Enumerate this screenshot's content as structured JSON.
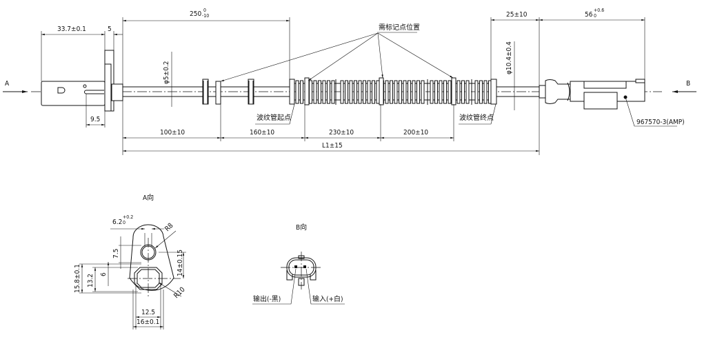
{
  "view_labels": {
    "a_arrow": "A",
    "b_arrow": "B",
    "a_view": "A向",
    "b_view": "B向"
  },
  "dimensions": {
    "d_33_7": "33.7±0.1",
    "d_5": "5",
    "d_250": "250",
    "d_250_tol_upper": "0",
    "d_250_tol_lower": "-10",
    "d_9_5": "9.5",
    "d_phi5": "φ5±0.2",
    "d_100": "100±10",
    "d_160": "160±10",
    "d_230": "230±10",
    "d_200": "200±10",
    "d_L1": "L1±15",
    "d_25": "25±10",
    "d_56": "56",
    "d_56_tol_upper": "+0.6",
    "d_56_tol_lower": "0",
    "d_phi10_4": "φ10.4±0.4"
  },
  "annotations": {
    "marking_points": "需标记点位置",
    "tube_start": "波纹管起点",
    "tube_end": "波纹管终点",
    "connector_part": "967570-3(AMP)"
  },
  "a_view": {
    "d_6_2": "6.2",
    "d_6_2_tol_upper": "+0.2",
    "d_6_2_tol_lower": "0",
    "r8": "R8",
    "r10": "R10",
    "d_7_5": "7.5",
    "d_14": "14±0.15",
    "d_15_8": "15.8±0.1",
    "d_13_2": "13.2",
    "d_6": "6",
    "d_12_5": "12.5",
    "d_16": "16±0.1"
  },
  "b_view": {
    "output_label": "输出(-黑)",
    "input_label": "输入(+白)"
  }
}
